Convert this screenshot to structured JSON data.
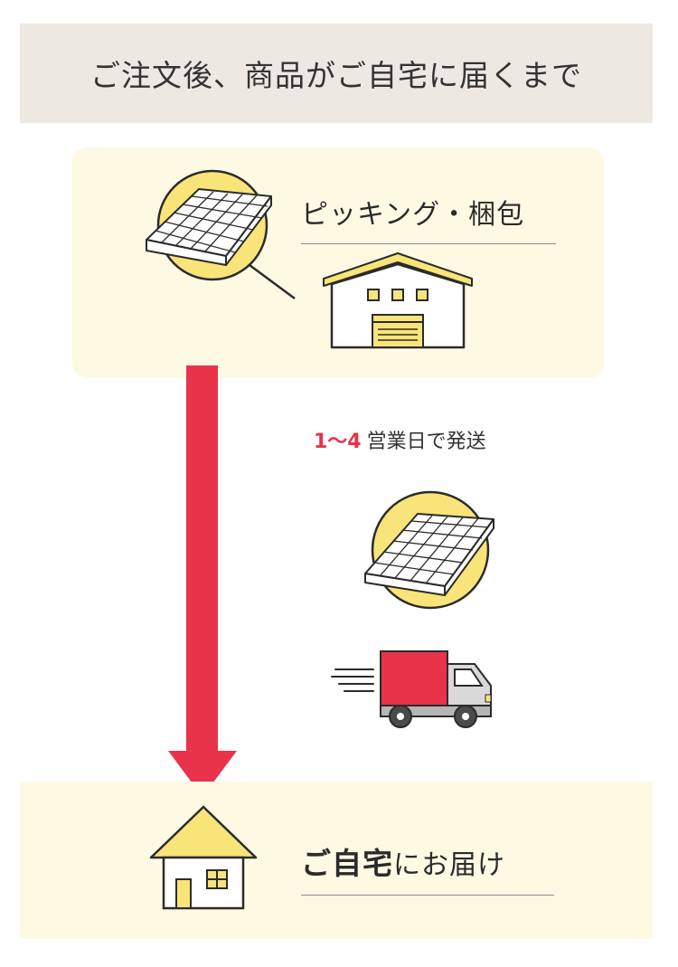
{
  "title": "ご注文後、商品がご自宅に届くまで",
  "step1": {
    "label": "ピッキング・梱包"
  },
  "shipping": {
    "days": "1～4",
    "text": "営業日で発送"
  },
  "step2": {
    "label_bold": "ご自宅",
    "label_rest": "にお届け"
  },
  "colors": {
    "accent_red": "#e8334a",
    "yellow": "#f9e479",
    "panel_bg": "#fdf9e3",
    "title_bg": "#ede8e2"
  }
}
